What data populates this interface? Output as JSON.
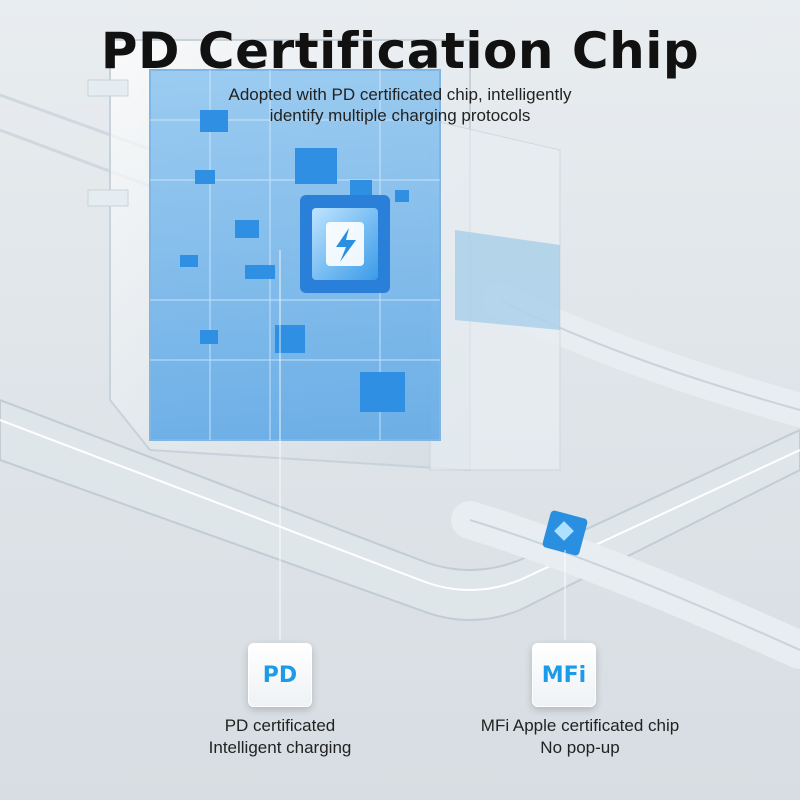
{
  "title": "PD Certification Chip",
  "subtitle": {
    "line1": "Adopted with PD certificated chip, intelligently",
    "line2": "identify multiple charging protocols"
  },
  "features": [
    {
      "badge": "PD",
      "line1": "PD certificated",
      "line2": "Intelligent charging",
      "icon": "pd-badge"
    },
    {
      "badge": "MFi",
      "line1": "MFi Apple certificated chip",
      "line2": "No pop-up",
      "icon": "mfi-badge"
    }
  ],
  "colors": {
    "accent": "#1c9be8",
    "chip_blue": "#2a8fe0",
    "background": "#e3e8ec"
  }
}
